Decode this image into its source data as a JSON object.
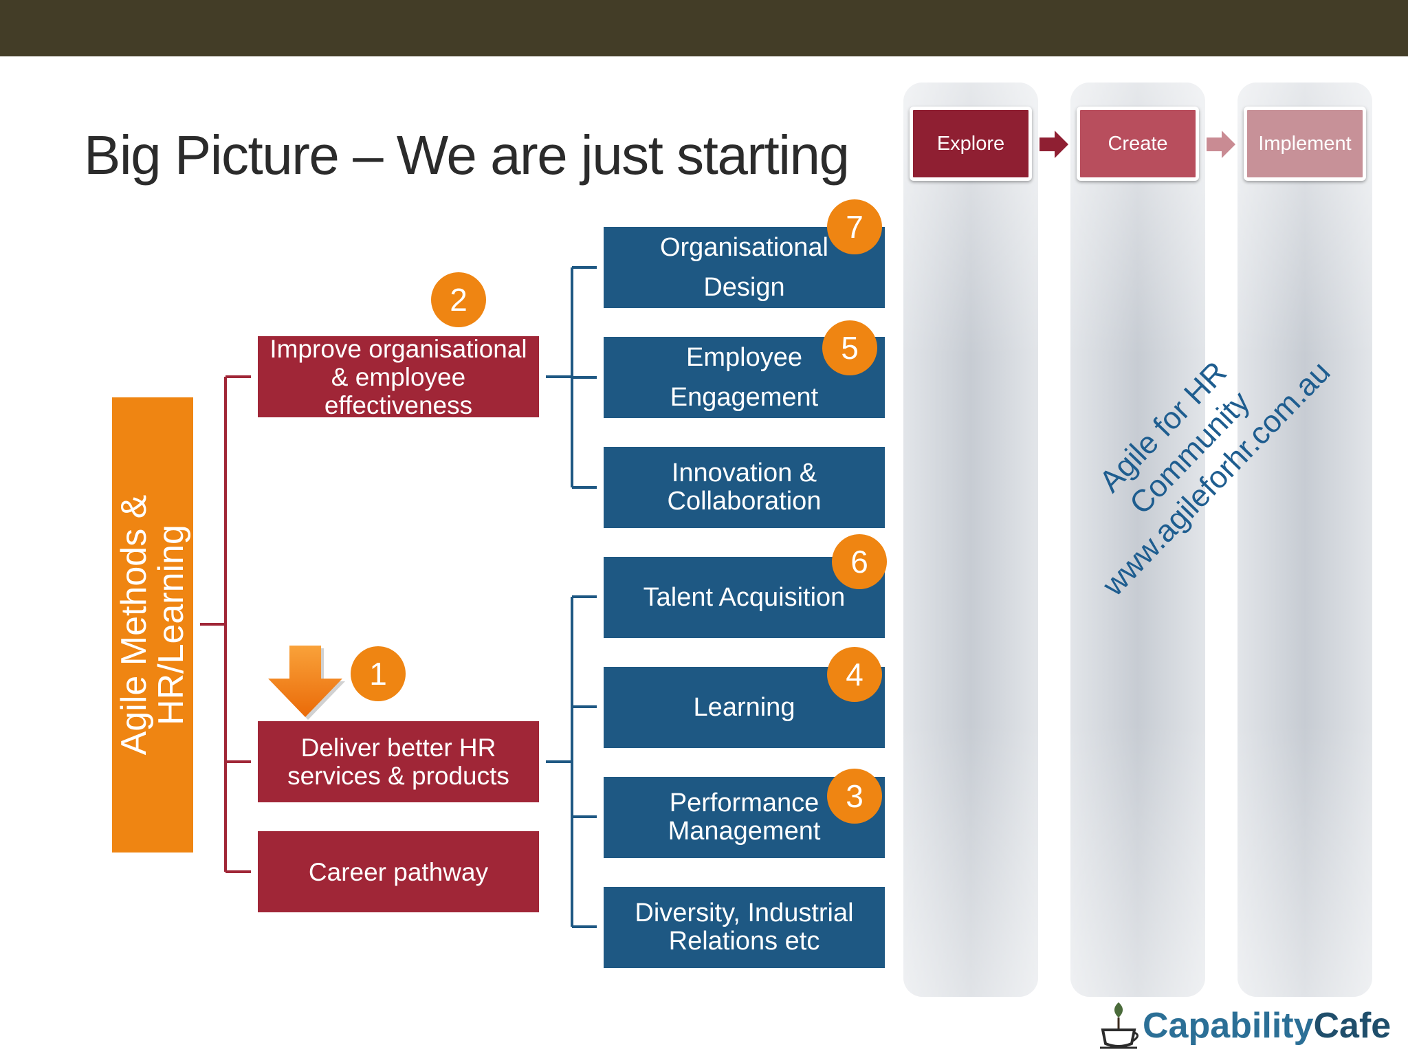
{
  "title": "Big Picture – We are just starting",
  "phases": [
    {
      "label": "Explore",
      "color": "#8f1f32"
    },
    {
      "label": "Create",
      "color": "#b84e5d"
    },
    {
      "label": "Implement",
      "color": "#c79198"
    }
  ],
  "root": {
    "label": "Agile Methods &\nHR/Learning",
    "color": "#ef8512"
  },
  "red_boxes": [
    {
      "label": "Improve organisational & employee effectiveness"
    },
    {
      "label": "Deliver better HR services & products"
    },
    {
      "label": "Career pathway"
    }
  ],
  "blue_boxes": [
    {
      "label": "Organisational\nDesign",
      "number": "7"
    },
    {
      "label": "Employee\nEngagement",
      "number": "5"
    },
    {
      "label": "Innovation &\nCollaboration",
      "number": ""
    },
    {
      "label": "Talent Acquisition",
      "number": "6"
    },
    {
      "label": "Learning",
      "number": "4"
    },
    {
      "label": "Performance\nManagement",
      "number": "3"
    },
    {
      "label": "Diversity, Industrial\nRelations etc",
      "number": ""
    }
  ],
  "red_box_numbers": {
    "improve": "2",
    "deliver": "1"
  },
  "watermark": {
    "line1": "Agile for HR",
    "line2": "Community",
    "line3": "www.agileforhr.com.au"
  },
  "logo": {
    "part1": "Capability",
    "part2": "Cafe"
  },
  "colors": {
    "topbar": "#433d27",
    "red": "#a02637",
    "blue": "#1e5883",
    "orange": "#ef8512",
    "line_red": "#a02637",
    "line_blue": "#1e5883"
  }
}
